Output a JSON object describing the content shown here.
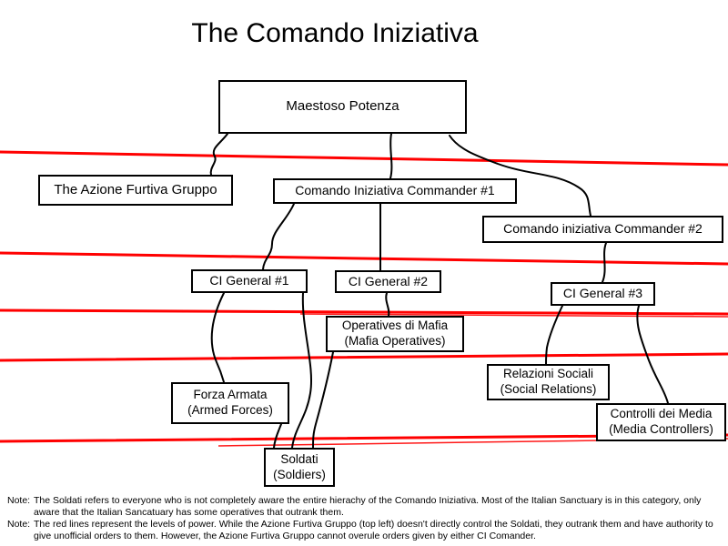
{
  "title": "The Comando Iniziativa",
  "boxes": {
    "maestoso": {
      "label": "Maestoso Potenza"
    },
    "azione": {
      "label": "The Azione Furtiva Gruppo"
    },
    "commander1": {
      "label": "Comando Iniziativa Commander #1"
    },
    "commander2": {
      "label": "Comando iniziativa Commander #2"
    },
    "general1": {
      "label": "CI General #1"
    },
    "general2": {
      "label": "CI General #2"
    },
    "general3": {
      "label": "CI General #3"
    },
    "operatives": {
      "line1": "Operatives di Mafia",
      "line2": "(Mafia Operatives)"
    },
    "forza": {
      "line1": "Forza Armata",
      "line2": "(Armed Forces)"
    },
    "relazioni": {
      "line1": "Relazioni Sociali",
      "line2": "(Social Relations)"
    },
    "controlli": {
      "line1": "Controlli dei Media",
      "line2": "(Media Controllers)"
    },
    "soldati": {
      "line1": "Soldati",
      "line2": "(Soldiers)"
    }
  },
  "notes": [
    {
      "prefix": "Note:",
      "text": "The Soldati refers to everyone who is not completely aware the entire hierachy of the Comando Iniziativa. Most of the Italian Sanctuary is in this category, only aware that the Italian Sancatuary has some operatives that outrank them."
    },
    {
      "prefix": "Note:",
      "text": "The red lines represent the levels of power. While the Azione Furtiva Gruppo (top left) doesn't directly control the Soldati, they outrank them and have authority to give unofficial orders to them. However, the Azione Furtiva Gruppo cannot overule orders given by either CI Comander."
    }
  ],
  "diagram": {
    "type": "org-chart",
    "red_line_count": 5,
    "colors": {
      "power_line": "#ff0000",
      "connector": "#000000",
      "box_border": "#000000",
      "background": "#ffffff"
    },
    "connections": [
      {
        "from": "Maestoso Potenza",
        "to": "The Azione Furtiva Gruppo"
      },
      {
        "from": "Maestoso Potenza",
        "to": "Comando Iniziativa Commander #1"
      },
      {
        "from": "Maestoso Potenza",
        "to": "Comando iniziativa Commander #2"
      },
      {
        "from": "Comando Iniziativa Commander #1",
        "to": "CI General #1"
      },
      {
        "from": "Comando Iniziativa Commander #1",
        "to": "CI General #2"
      },
      {
        "from": "Comando iniziativa Commander #2",
        "to": "CI General #3"
      },
      {
        "from": "CI General #1",
        "to": "Forza Armata (Armed Forces)"
      },
      {
        "from": "CI General #1",
        "to": "Soldati (Soldiers)"
      },
      {
        "from": "CI General #2",
        "to": "Operatives di Mafia (Mafia Operatives)"
      },
      {
        "from": "CI General #3",
        "to": "Relazioni Sociali (Social Relations)"
      },
      {
        "from": "CI General #3",
        "to": "Controlli dei Media (Media Controllers)"
      },
      {
        "from": "Operatives di Mafia (Mafia Operatives)",
        "to": "Soldati (Soldiers)"
      },
      {
        "from": "Forza Armata (Armed Forces)",
        "to": "Soldati (Soldiers)"
      }
    ]
  }
}
